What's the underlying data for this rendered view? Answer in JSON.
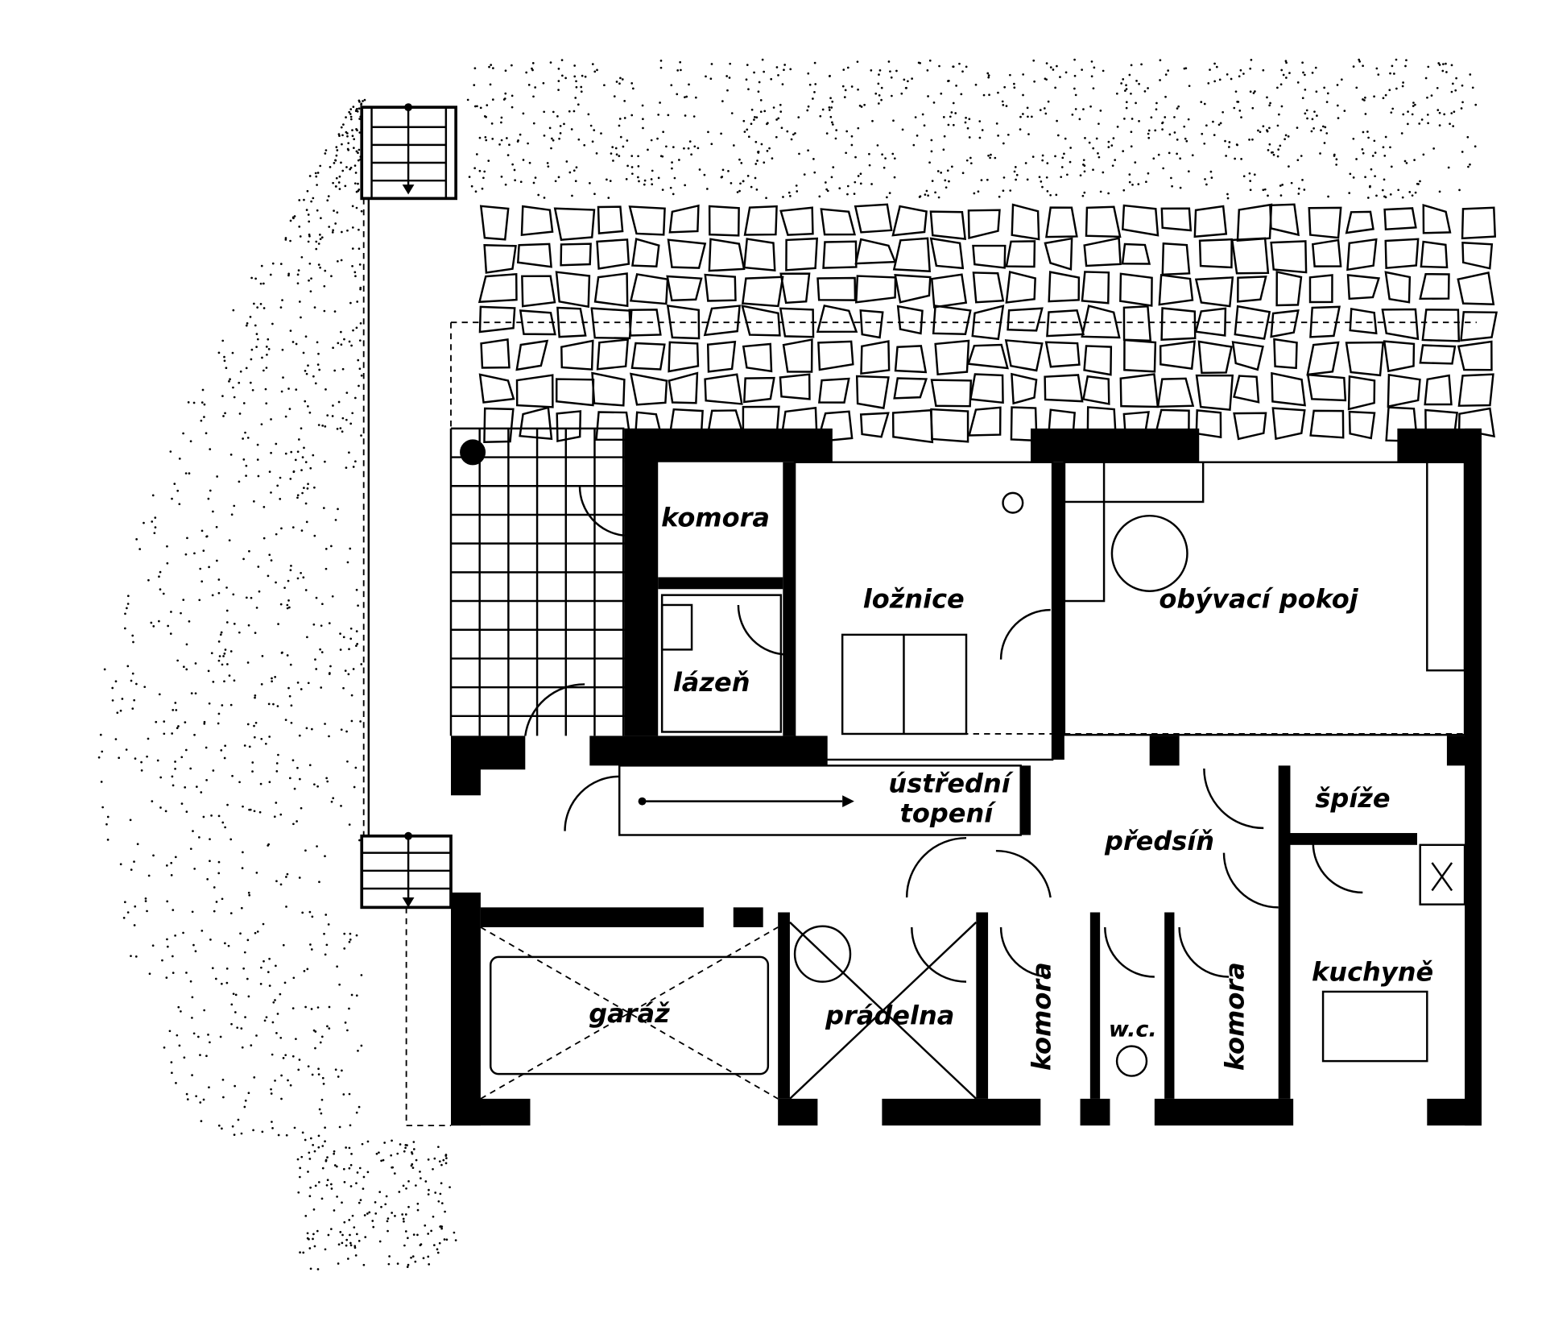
{
  "rooms": {
    "komora_top": "komora",
    "loznice": "ložnice",
    "obyvaci_pokoj": "obývací pokoj",
    "lazen": "lázeň",
    "ustredni": "ústřední",
    "topeni": "topení",
    "predsin": "předsíň",
    "spize": "špíže",
    "garaz": "garáž",
    "pradelna": "prádelna",
    "komora_1": "komora",
    "wc": "w.c.",
    "komora_2": "komora",
    "kuchyne": "kuchyně"
  }
}
